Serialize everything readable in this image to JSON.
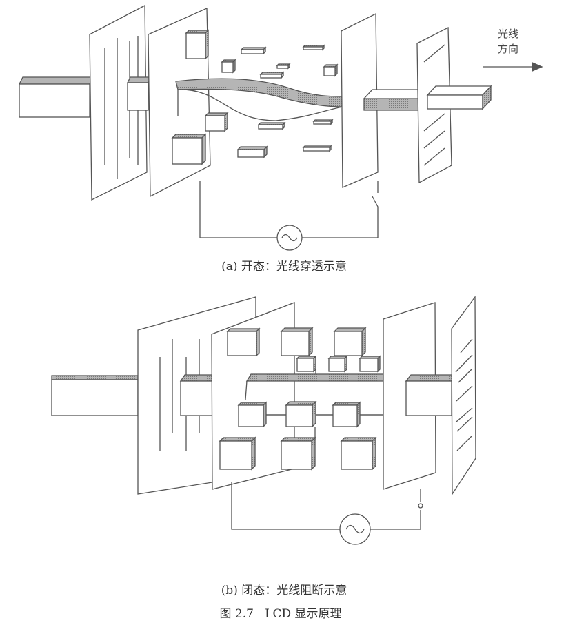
{
  "figure": {
    "direction_label_line1": "光线",
    "direction_label_line2": "方向",
    "caption_a": "(a) 开态：光线穿透示意",
    "caption_b": "(b) 闭态：光线阻断示意",
    "figure_caption": "图 2.7   LCD 显示原理"
  },
  "colors": {
    "line": "#555555",
    "shade": "#9a9a9a",
    "fill": "#ffffff"
  }
}
